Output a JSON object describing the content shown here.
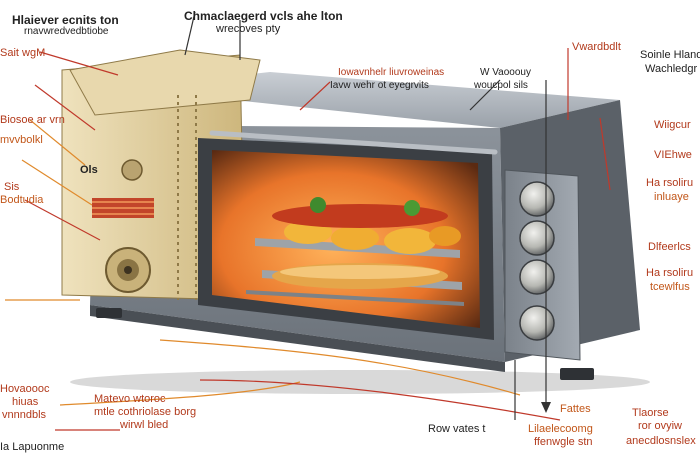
{
  "colors": {
    "leader_red": "#c0392b",
    "leader_orange": "#e08a2c",
    "label_red": "#b23a1c",
    "label_dark": "#222222",
    "oven_body": "#8e959e",
    "oven_panel": "#6d747c",
    "mechanism_tan": "#e2cf9c",
    "food_glow": "#f39c32"
  },
  "labels": {
    "top_title_line1": "Hlaiever ecnits ton",
    "top_title_line2": "rnavwredvedbtiobe",
    "top_center_line1": "Chmaclaegerd vcls ahe lton",
    "top_center_line2": "wrecoves pty",
    "mid_top_red": "Iowavnhelr liuvroweinas",
    "mid_top_dark": "Iavw wehr ot eyegrvits",
    "right_top_a": "W Vaooouy",
    "right_top_b": "woucpol sils",
    "far_right_red": "Vwardbdlt",
    "far_right_line1": "Soinle Hland",
    "far_right_line2": "Wachledgr",
    "left_1": "Sait wgM",
    "left_2": "Biosoe ar vrn",
    "left_3": "mvvbolkl",
    "left_4": "Sis",
    "left_5": "Bodtudia",
    "left_oven_tag": "Ols",
    "right_1": "Wiigcur",
    "right_2": "VIEhwe",
    "right_3": "Ha rsoliru",
    "right_4": "inluaye",
    "right_5": "Dlfeerlcs",
    "right_6": "Ha rsoliru",
    "right_7": "tcewlfus",
    "bottom_left_1": "Hovaoooc",
    "bottom_left_2": "hiuas",
    "bottom_left_3": "vnnndbls",
    "bottom_left_4": "Ia Lapuonme",
    "bottom_center_1": "Matevo wtoroc",
    "bottom_center_2": "mtle cothriolase borg",
    "bottom_center_3": "wirwl bled",
    "bottom_mid": "Row vates t",
    "bottom_right_1": "Fattes",
    "bottom_right_2": "Lilaelecoomg",
    "bottom_right_3": "ffenwgle stn",
    "bottom_right_4": "Tlaorse",
    "bottom_right_5": "ror ovyiw",
    "bottom_right_6": "anecdlosnslex"
  }
}
